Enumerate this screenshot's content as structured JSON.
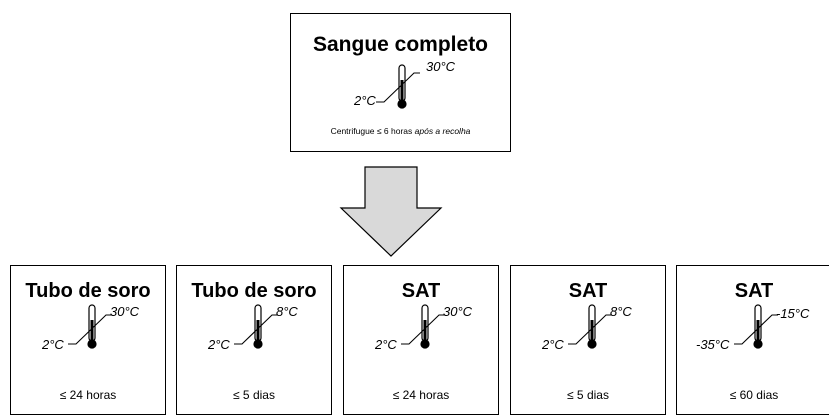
{
  "top": {
    "title": "Sangue completo",
    "low": "2°C",
    "high": "30°C",
    "note_plain": "Centrifugue ≤ 6 horas ",
    "note_italic": "após a recolha"
  },
  "colors": {
    "arrow_fill": "#d9d9d9",
    "stroke": "#000000"
  },
  "boxes": [
    {
      "title": "Tubo de soro",
      "low": "2°C",
      "high": "30°C",
      "duration": "≤ 24 horas"
    },
    {
      "title": "Tubo de soro",
      "low": "2°C",
      "high": "8°C",
      "duration": "≤ 5 dias"
    },
    {
      "title": "SAT",
      "low": "2°C",
      "high": "30°C",
      "duration": "≤ 24 horas"
    },
    {
      "title": "SAT",
      "low": "2°C",
      "high": "8°C",
      "duration": "≤ 5 dias"
    },
    {
      "title": "SAT",
      "low": "-35°C",
      "high": "-15°C",
      "duration": "≤ 60 dias"
    }
  ]
}
